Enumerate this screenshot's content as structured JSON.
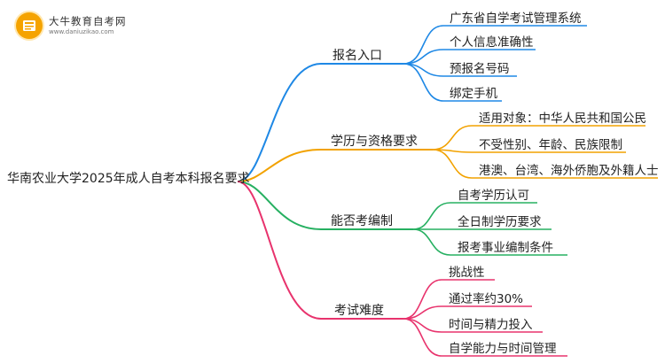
{
  "logo": {
    "title": "大牛教育自考网",
    "url": "www.daniuzikao.com"
  },
  "root": "华南农业大学2025年成人自考本科报名要求",
  "branches": [
    {
      "label": "报名入口",
      "color": "#1e88e5",
      "leaves": [
        "广东省自学考试管理系统",
        "个人信息准确性",
        "预报名号码",
        "绑定手机"
      ]
    },
    {
      "label": "学历与资格要求",
      "color": "#f2a200",
      "leaves": [
        "适用对象：中华人民共和国公民",
        "不受性别、年龄、民族限制",
        "港澳、台湾、海外侨胞及外籍人士"
      ]
    },
    {
      "label": "能否考编制",
      "color": "#26b061",
      "leaves": [
        "自考学历认可",
        "全日制学历要求",
        "报考事业编制条件"
      ]
    },
    {
      "label": "考试难度",
      "color": "#e8336d",
      "leaves": [
        "挑战性",
        "通过率约30%",
        "时间与精力投入",
        "自学能力与时间管理"
      ]
    }
  ]
}
